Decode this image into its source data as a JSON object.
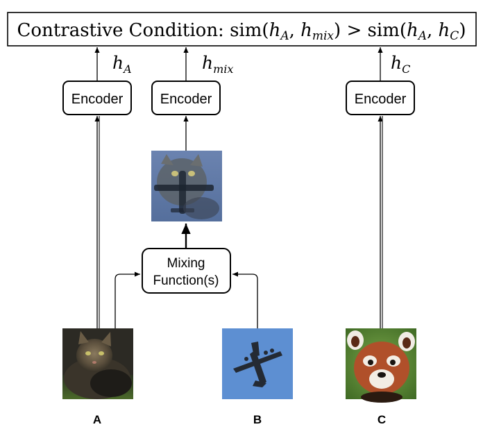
{
  "title": {
    "prefix": "Contrastive Condition: ",
    "sim": "sim",
    "h": "h",
    "sub_a": "A",
    "sub_mix": "mix",
    "sub_c": "C",
    "gt": ">"
  },
  "encoder_label": "Encoder",
  "mixing_label_line1": "Mixing",
  "mixing_label_line2": "Function(s)",
  "inputs": [
    "A",
    "B",
    "C"
  ],
  "outputs": [
    {
      "var": "h",
      "sub": "A"
    },
    {
      "var": "h",
      "sub": "mix"
    },
    {
      "var": "h",
      "sub": "C"
    }
  ],
  "images": {
    "a": "cat-photo",
    "b": "airplane-photo",
    "c": "red-panda-photo",
    "mix": "mixed-cat-airplane-photo"
  },
  "colors": {
    "stroke": "#000000",
    "sky": "#5d8fd2",
    "panda_fur": "#b0502a"
  }
}
